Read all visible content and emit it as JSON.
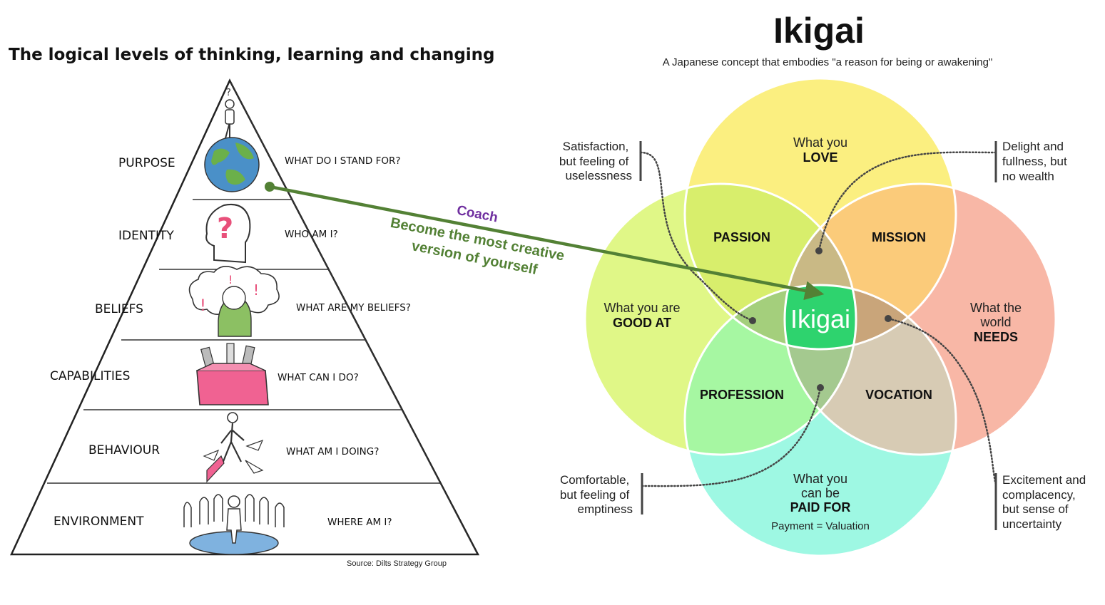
{
  "pyramid": {
    "title": "The logical levels of thinking, learning and changing",
    "levels": [
      {
        "name": "PURPOSE",
        "question": "WHAT DO I STAND FOR?",
        "icon": "globe-person-icon"
      },
      {
        "name": "IDENTITY",
        "question": "WHO AM I?",
        "icon": "head-question-icon"
      },
      {
        "name": "BELIEFS",
        "question": "WHAT ARE MY BELIEFS?",
        "icon": "thought-cloud-icon"
      },
      {
        "name": "CAPABILITIES",
        "question": "WHAT CAN I DO?",
        "icon": "toolbox-icon"
      },
      {
        "name": "BEHAVIOUR",
        "question": "WHAT AM I DOING?",
        "icon": "walking-arrows-icon"
      },
      {
        "name": "ENVIRONMENT",
        "question": "WHERE AM I?",
        "icon": "crowd-icon"
      }
    ],
    "source": "Source: Dilts Strategy Group"
  },
  "coach": {
    "label": "Coach",
    "line1": "Become the most creative",
    "line2": "version of yourself",
    "label_color": "#7030a0",
    "arrow_color": "#538135"
  },
  "ikigai": {
    "title": "Ikigai",
    "subtitle": "A Japanese concept that embodies \"a reason for being or awakening\"",
    "center": "Ikigai",
    "love": {
      "line1": "What you",
      "line2": "LOVE"
    },
    "good": {
      "line1": "What you are",
      "line2": "GOOD AT"
    },
    "needs": {
      "line1": "What the",
      "line2": "world",
      "line3": "NEEDS"
    },
    "paid": {
      "line1": "What you",
      "line2": "can be",
      "line3": "PAID FOR",
      "line4": "Payment = Valuation"
    },
    "overlaps": {
      "passion": "PASSION",
      "mission": "MISSION",
      "profession": "PROFESSION",
      "vocation": "VOCATION"
    },
    "callouts": {
      "top_left": [
        "Satisfaction,",
        "but feeling of",
        "uselessness"
      ],
      "top_right": [
        "Delight and",
        "fullness, but",
        "no wealth"
      ],
      "bottom_left": [
        "Comfortable,",
        "but feeling of",
        "emptiness"
      ],
      "bottom_right": [
        "Excitement and",
        "complacency,",
        "but sense of",
        "uncertainty"
      ]
    },
    "colors": {
      "love": "#fbef80",
      "good": "#e0f787",
      "needs": "#f8b7a6",
      "paid": "#9ef8e3",
      "passion": "#d8ee6c",
      "mission": "#fbcb7a",
      "profession": "#a6f7a2",
      "vocation": "#d7cbb4",
      "center": "#2ed36e"
    }
  }
}
